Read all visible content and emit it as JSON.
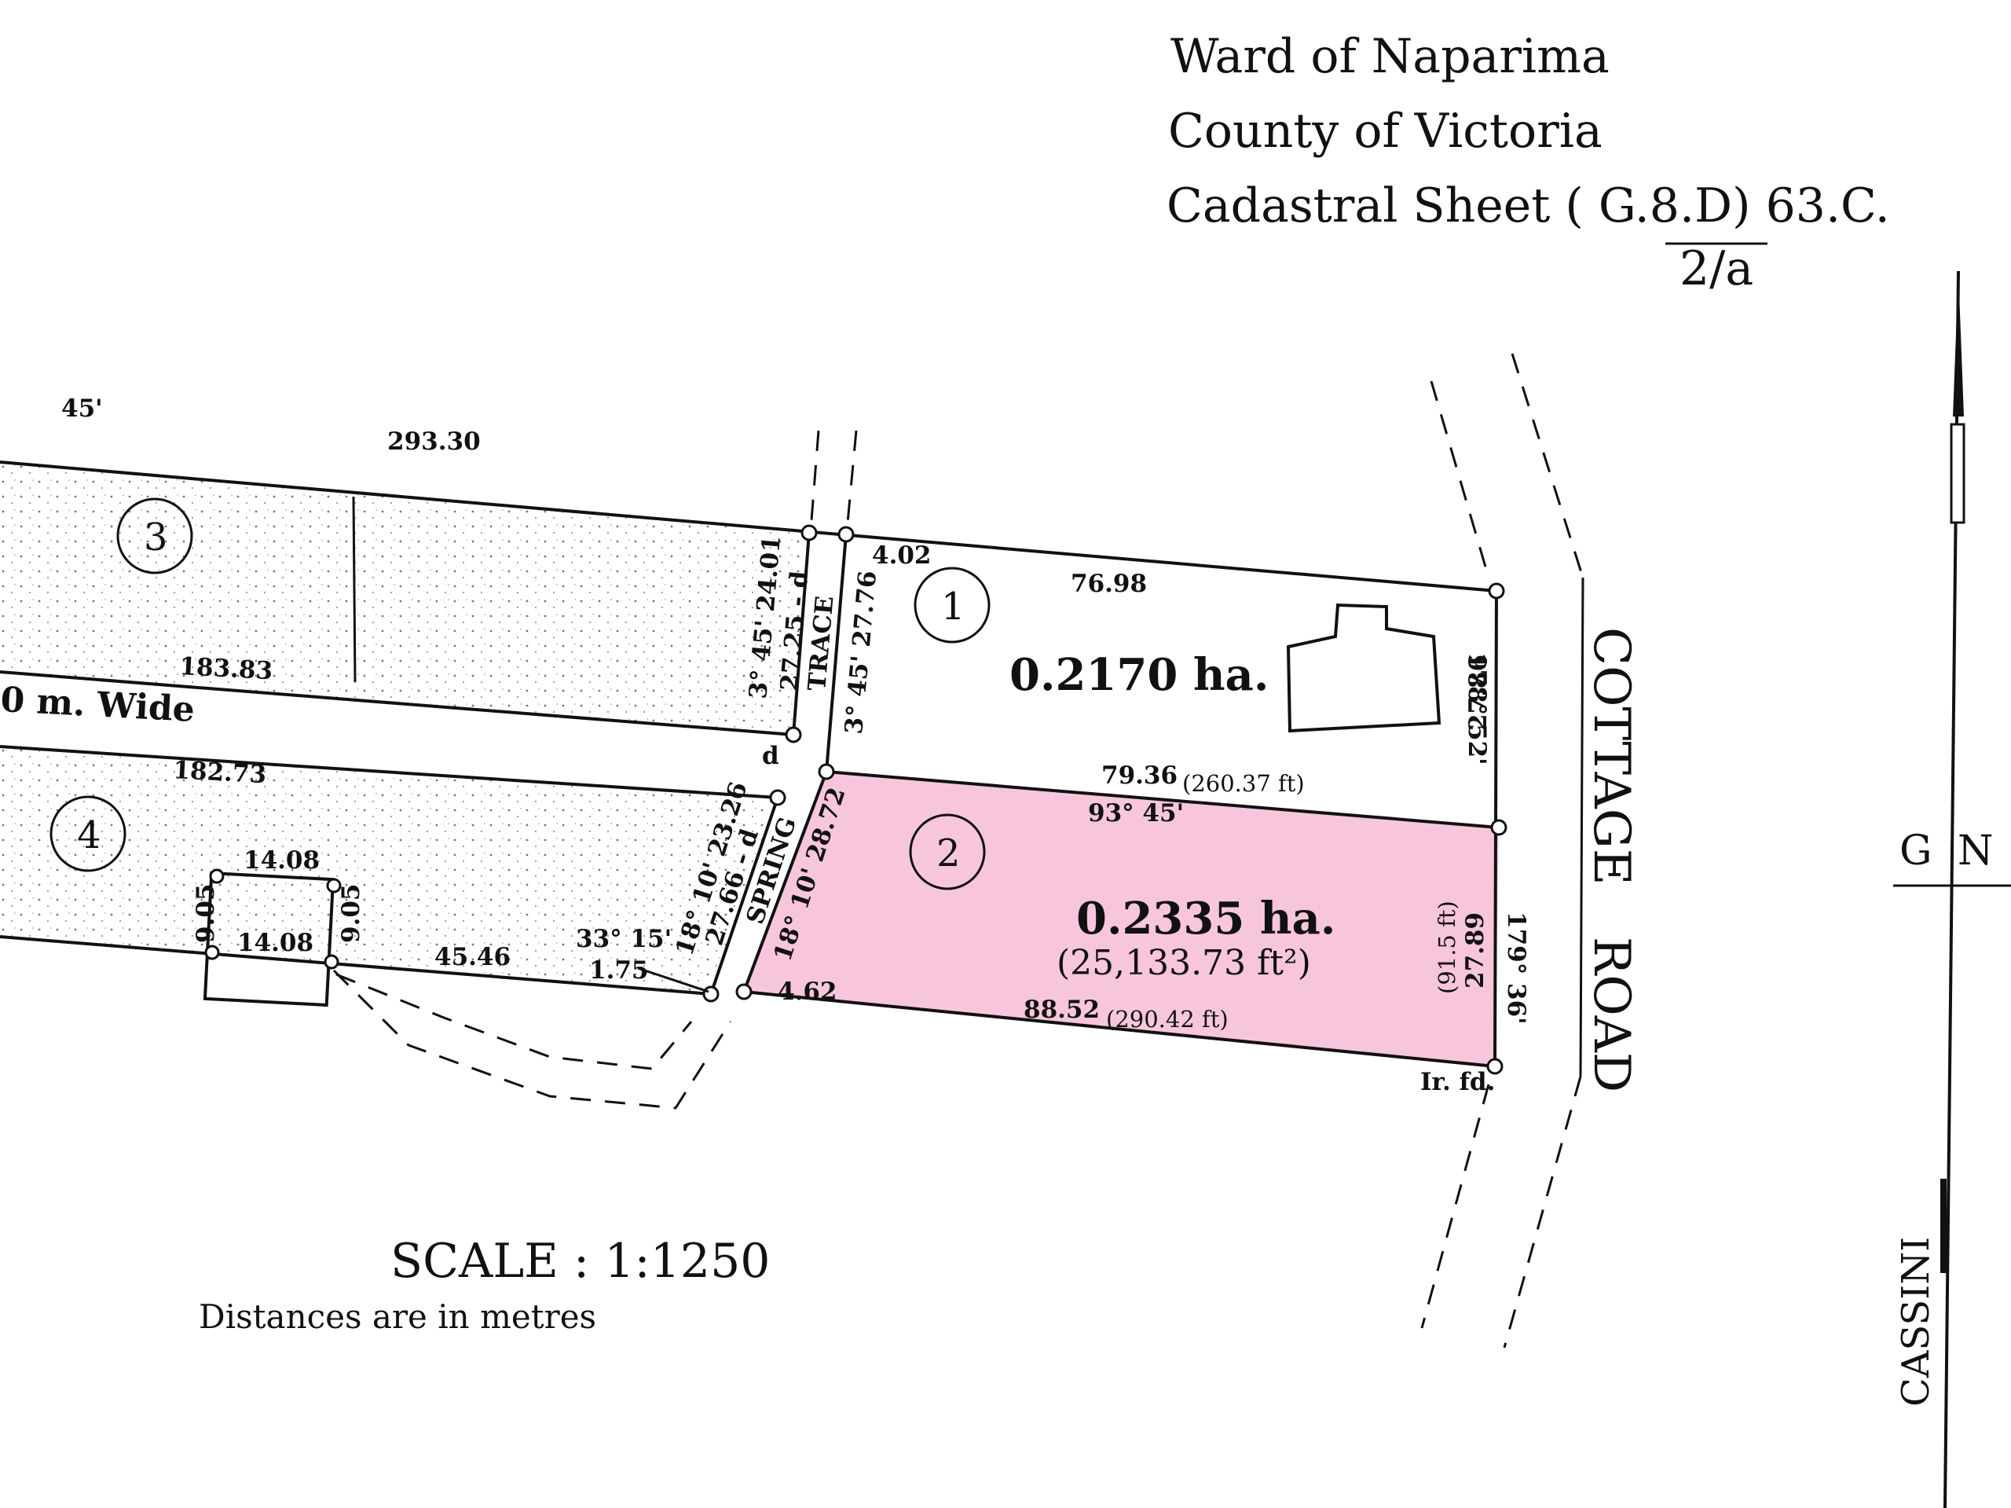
{
  "header": {
    "ward": "Ward of Naparima",
    "county": "County of Victoria",
    "sheet": "Cadastral Sheet ( G.8.D) 63.C.",
    "sheet_sub": "2/a"
  },
  "lots": {
    "lot1": {
      "number": "1",
      "area": "0.2170 ha."
    },
    "lot2": {
      "number": "2",
      "area": "0.2335 ha.",
      "area_ft": "(25,133.73 ft²)"
    },
    "lot3": {
      "number": "3"
    },
    "lot4": {
      "number": "4"
    }
  },
  "dimensions": {
    "top_angle": "45'",
    "top_length": "293.30",
    "lot1_top": "76.98",
    "lot1_corner": "4.02",
    "lot1_east": "27.86",
    "lot1_east_bearing": "178° 52'",
    "lot3_south": "183.83",
    "road_wide": "0 m.   Wide",
    "lot4_north": "182.73",
    "lot2_north": "79.36",
    "lot2_north_ft": "(260.37 ft)",
    "lot2_angle": "93° 45'",
    "lot2_east": "27.89",
    "lot2_east_ft": "(91.5 ft)",
    "lot2_east_bearing": "179° 36'",
    "lot2_south": "88.52",
    "lot2_south_ft": "(290.42 ft)",
    "lot2_corner": "4.62",
    "iron_found": "Ir. fd.",
    "box_top": "14.08",
    "box_bottom": "14.08",
    "box_left": "9.05",
    "box_right": "9.05",
    "lot4_south": "45.46",
    "small_angle": "33° 15'",
    "small_dist": "1.75",
    "trace_a": "3° 45'  24.01",
    "trace_b": "27.25 - d",
    "trace_c": "3° 45'  27.76",
    "spring_a": "18° 10'  23.26",
    "spring_b": "27.66 - d",
    "spring_c": "18° 10'  28.72",
    "point_d": "d"
  },
  "roads": {
    "trace": "TRACE",
    "spring": "SPRING",
    "cottage": "COTTAGE",
    "road": "ROAD"
  },
  "scale": {
    "label": "SCALE : 1:1250",
    "units": "Distances are in metres"
  },
  "north": {
    "grid": "G",
    "north": "N",
    "projection": "CASSINI"
  },
  "colors": {
    "highlight": "#f8c6dc",
    "ink": "#111111"
  }
}
